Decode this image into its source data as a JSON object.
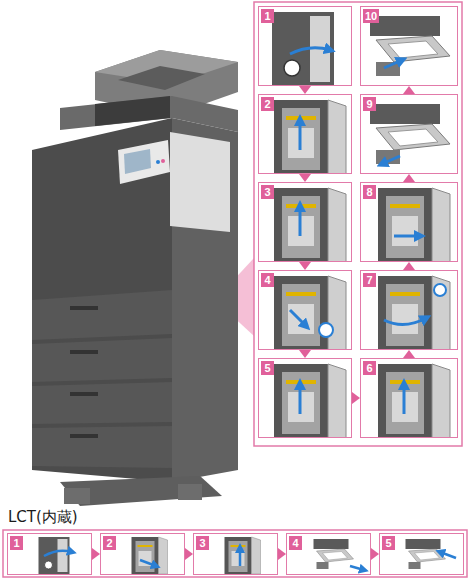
{
  "diagram": {
    "nodes": [
      {
        "text": [
          "1"
        ]
      },
      {
        "text": [
          "2"
        ]
      },
      {
        "text": [
          "3"
        ]
      },
      {
        "text": [
          "4"
        ]
      },
      {
        "text": [
          "5"
        ]
      },
      {
        "text": [
          "6"
        ]
      },
      {
        "text": [
          "7"
        ]
      },
      {
        "text": [
          "8"
        ]
      },
      {
        "text": [
          "9"
        ]
      },
      {
        "text": [
          "10"
        ]
      },
      {
        "text": [
          "LCT(内蔵)"
        ]
      },
      {
        "text": [
          "1"
        ],
        "in": 10
      },
      {
        "text": [
          "2"
        ],
        "in": 10
      },
      {
        "text": [
          "3"
        ],
        "in": 10
      },
      {
        "text": [
          "4"
        ],
        "in": 10
      },
      {
        "text": [
          "5"
        ],
        "in": 10
      }
    ],
    "edges": [
      {
        "from": 0,
        "to": 1,
        "arrow": "to"
      },
      {
        "from": 1,
        "to": 2,
        "arrow": "to"
      },
      {
        "from": 2,
        "to": 3,
        "arrow": "to"
      },
      {
        "from": 3,
        "to": 4,
        "arrow": "to"
      },
      {
        "from": 4,
        "to": 5,
        "arrow": "to"
      },
      {
        "from": 5,
        "to": 6,
        "arrow": "to"
      },
      {
        "from": 6,
        "to": 7,
        "arrow": "to"
      },
      {
        "from": 7,
        "to": 8,
        "arrow": "to"
      },
      {
        "from": 8,
        "to": 9,
        "arrow": "to"
      },
      {
        "from": 11,
        "to": 12,
        "arrow": "to"
      },
      {
        "from": 12,
        "to": 13,
        "arrow": "to"
      },
      {
        "from": 13,
        "to": 14,
        "arrow": "to"
      },
      {
        "from": 14,
        "to": 15,
        "arrow": "to"
      }
    ]
  }
}
